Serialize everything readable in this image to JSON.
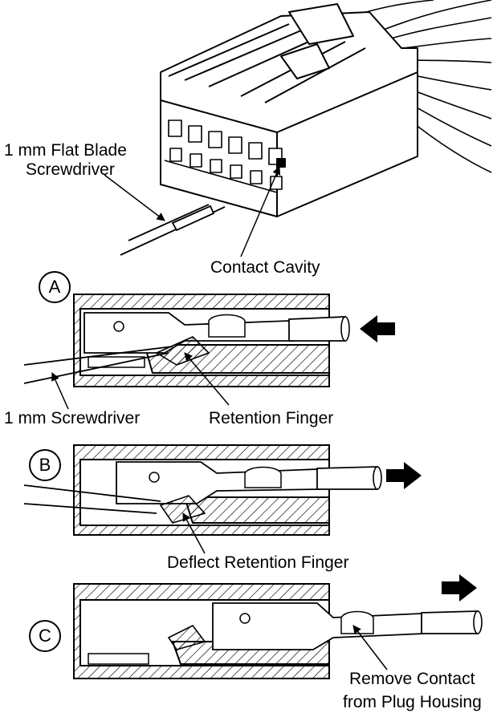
{
  "labels": {
    "flat_blade_line1": "1 mm Flat Blade",
    "flat_blade_line2": "Screwdriver",
    "contact_cavity": "Contact Cavity",
    "screwdriver": "1 mm Screwdriver",
    "retention_finger": "Retention Finger",
    "deflect_retention_finger": "Deflect Retention Finger",
    "remove_contact_line1": "Remove Contact",
    "remove_contact_line2": "from Plug Housing"
  },
  "steps": {
    "a": "A",
    "b": "B",
    "c": "C"
  }
}
